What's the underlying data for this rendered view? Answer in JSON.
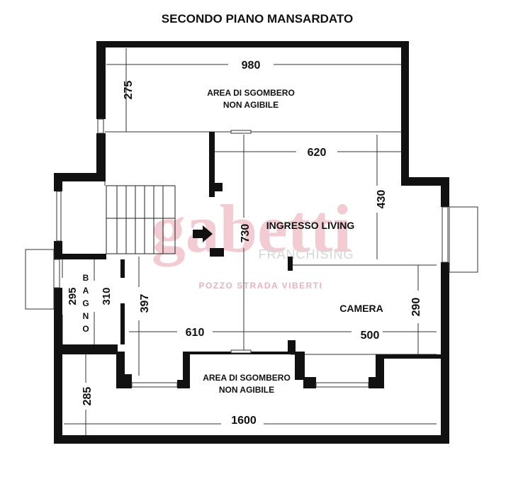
{
  "title": "SECONDO PIANO MANSARDATO",
  "rooms": {
    "attic_top": {
      "line1": "AREA DI SGOMBERO",
      "line2": "NON AGIBILE"
    },
    "living": "INGRESSO LIVING",
    "camera": "CAMERA",
    "bagno": [
      "B",
      "A",
      "G",
      "N",
      "O"
    ],
    "attic_bottom": {
      "line1": "AREA DI SGOMBERO",
      "line2": "NON AGIBILE"
    }
  },
  "dimensions": {
    "top_width": "980",
    "top_height": "275",
    "living_width": "620",
    "living_height": "430",
    "central_height": "730",
    "left_height": "295",
    "bagno_height": "310",
    "hall_height": "397",
    "hall_width": "610",
    "camera_width": "500",
    "camera_height": "290",
    "bottom_height": "285",
    "bottom_width": "1600"
  },
  "watermark": {
    "logo": "gabetti",
    "franchising": "FRANCHISING",
    "agency": "POZZO STRADA VIBERTI"
  },
  "colors": {
    "wall": "#111111",
    "watermark": "#e8a9b4",
    "watermark_text": "#c7c7c7"
  }
}
